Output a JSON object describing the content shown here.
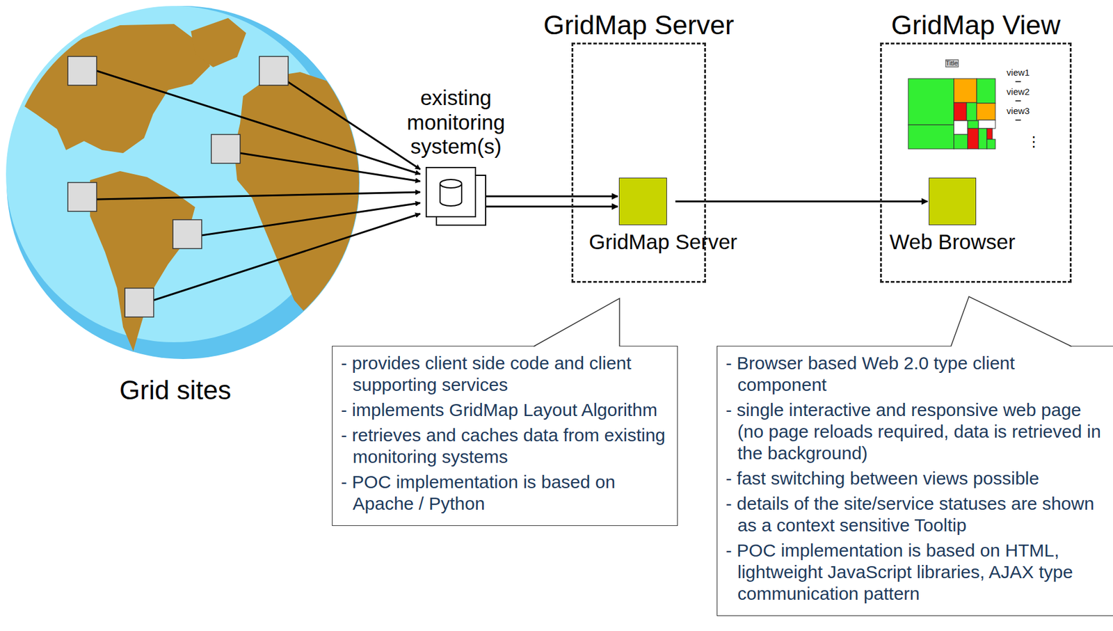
{
  "diagram": {
    "nodes": [
      {
        "text": [
          "existing monitoring system(s)"
        ]
      },
      {
        "text": [
          "GridMap Server"
        ]
      },
      {
        "text": [
          "GridMap Server"
        ],
        "in": 1
      },
      {
        "text": [
          "GridMap View"
        ]
      },
      {
        "text": [
          "Title"
        ],
        "in": 3
      },
      {
        "text": [
          "view1"
        ],
        "in": 3
      },
      {
        "text": [
          "view2"
        ],
        "in": 3
      },
      {
        "text": [
          "view3"
        ],
        "in": 3
      },
      {
        "text": [
          "Web Browser"
        ],
        "in": 3
      },
      {
        "text": [
          "- provides client side code and client supporting services",
          "- implements GridMap Layout Algorithm",
          "- retrieves and caches data from existing monitoring systems",
          "- POC implementation is based on Apache / Python"
        ]
      },
      {
        "text": [
          "- Browser based Web 2.0 type client component",
          "- single interactive and responsive web page (no page reloads required, data is retrieved in the background)",
          "- fast switching between views possible",
          "- details of the site/service statuses are shown as a context sensitive Tooltip",
          "- POC implementation is based on HTML, lightweight JavaScript libraries, AJAX type communication pattern"
        ]
      }
    ],
    "edges": [
      {
        "from": 0,
        "to": 2,
        "arrow": "to"
      },
      {
        "from": 2,
        "to": 8,
        "arrow": "to"
      }
    ],
    "labels": [
      "Grid sites",
      "⋮"
    ]
  }
}
